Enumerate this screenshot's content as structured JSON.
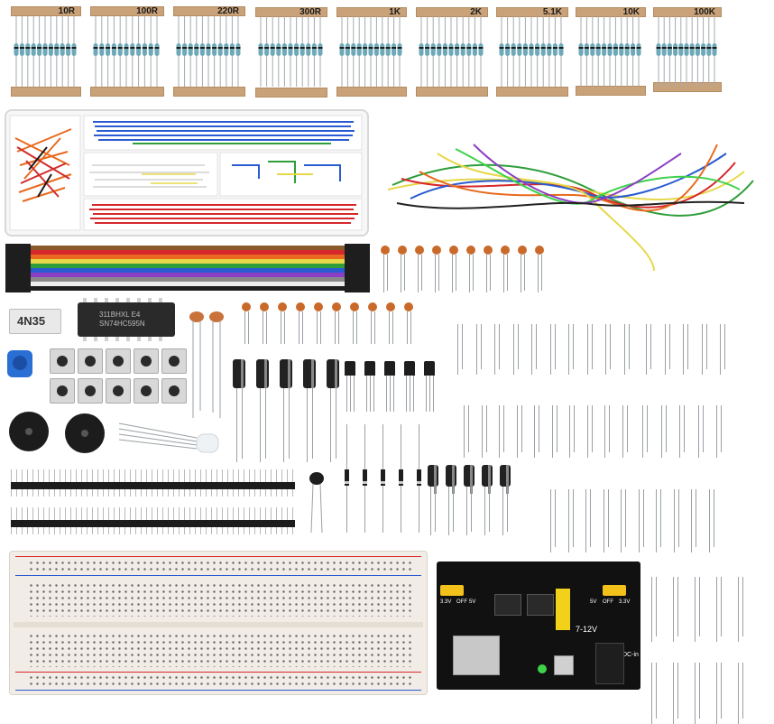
{
  "resistor_labels": [
    "10R",
    "100R",
    "220R",
    "300R",
    "1K",
    "2K",
    "5.1K",
    "10K",
    "100K"
  ],
  "ic_label": "4N35",
  "chip_text": "311BHXL E4\nSN74HC595N",
  "power_module": {
    "left_3v": "3.3V",
    "left_off": "OFF",
    "left_5v": "5V",
    "right_5v": "5V",
    "right_off": "OFF",
    "right_3v": "3.3V",
    "voltage": "7-12V",
    "dc_in": "DC-in"
  },
  "colors": {
    "tape": "#c9a27a",
    "led_red": "#e8341f",
    "led_green": "#3fd14a",
    "led_yellow": "#f2ee3a",
    "led_blue": "#2b7be0",
    "led_clear": "#eef2f5",
    "wire_red": "#d6282b",
    "wire_blue": "#2a5bd0",
    "wire_green": "#2e9e3a",
    "breadboard": "#f1ede6"
  },
  "icons": [
    "resistor-strip",
    "jumper-wire-box",
    "dupont-wire-bundle",
    "ribbon-cable",
    "ceramic-capacitor",
    "optocoupler",
    "shift-register-ic",
    "potentiometer",
    "tactile-button",
    "buzzer",
    "rgb-led",
    "electrolytic-capacitor",
    "transistor",
    "diode",
    "pin-header",
    "breadboard",
    "power-supply-module",
    "led"
  ]
}
